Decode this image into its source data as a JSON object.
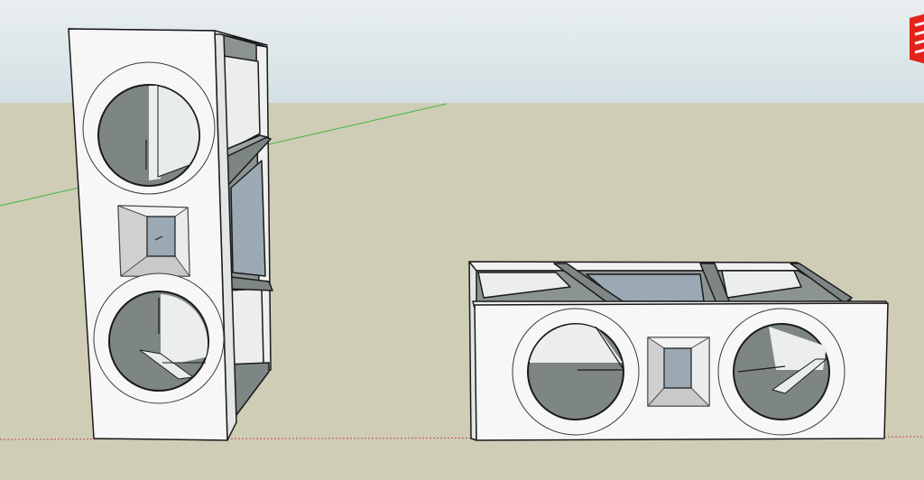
{
  "viewport": {
    "sky_color": "#dfe8ea",
    "sky_gradient_top": "#e9eef0",
    "sky_gradient_bottom": "#d3e0e4",
    "ground_color": "#cfcdb6",
    "green_axis_color": "#3fb63f",
    "red_axis_color": "#c84a4a"
  },
  "objects": [
    {
      "name": "vertical-speaker-cabinet",
      "orientation": "upright",
      "drivers": 2,
      "horn": 1
    },
    {
      "name": "horizontal-speaker-cabinet",
      "orientation": "lying",
      "drivers": 2,
      "horn": 1
    }
  ],
  "materials": {
    "face_white": "#f7f7f7",
    "edge_black": "#1a1a1a",
    "interior_gray": "#7d8585",
    "interior_light": "#9aa2a2",
    "inside_face": "#e9ecec",
    "glass_blue": "#9aa9b3",
    "horn_frame": "#dcdcdc"
  },
  "brand_badge": {
    "icon": "sketchup-logo-icon",
    "color": "#e2231a"
  }
}
